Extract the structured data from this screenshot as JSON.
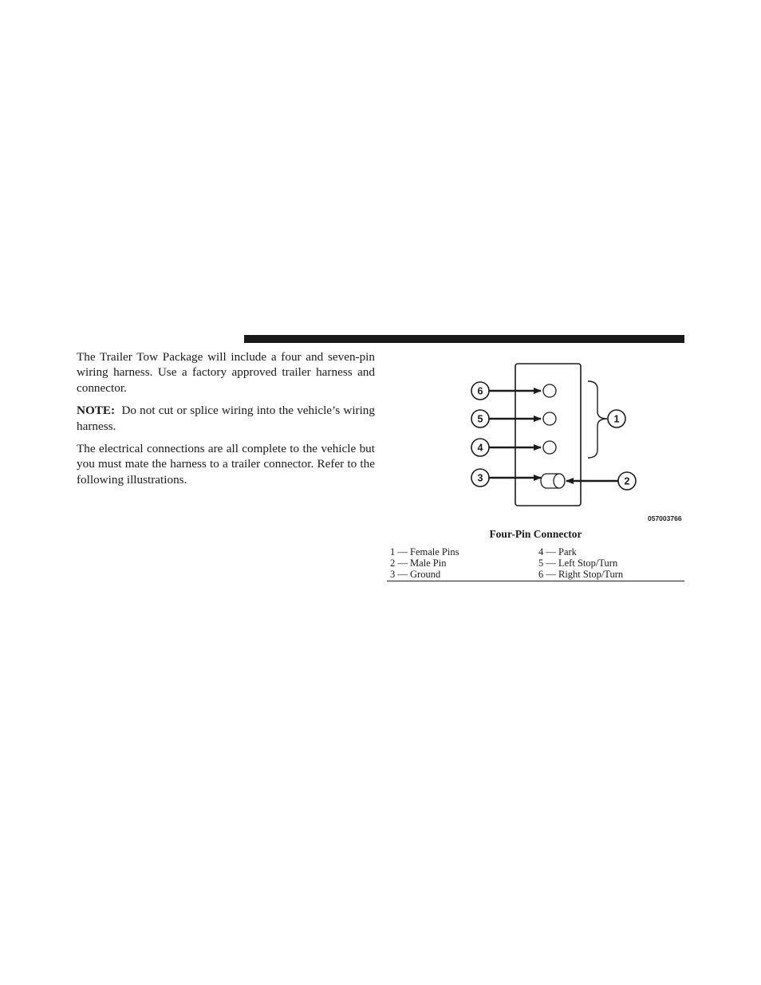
{
  "body": {
    "paragraph1": "The Trailer Tow Package will include a four and seven-pin wiring harness. Use a factory approved trailer harness and connector.",
    "note_label": "NOTE:",
    "note_text": "Do not cut or splice wiring into the vehicle’s wiring harness.",
    "paragraph3": "The electrical connections are all complete to the vehicle but you must mate the harness to a trailer connector. Refer to the following illustrations."
  },
  "figure": {
    "callouts": [
      "6",
      "5",
      "4",
      "3",
      "1",
      "2"
    ],
    "code": "057003766",
    "caption": "Four-Pin Connector",
    "legend_left": [
      "1 — Female Pins",
      "2 — Male Pin",
      "3 — Ground"
    ],
    "legend_right": [
      "4 — Park",
      "5 — Left Stop/Turn",
      "6 — Right Stop/Turn"
    ]
  }
}
